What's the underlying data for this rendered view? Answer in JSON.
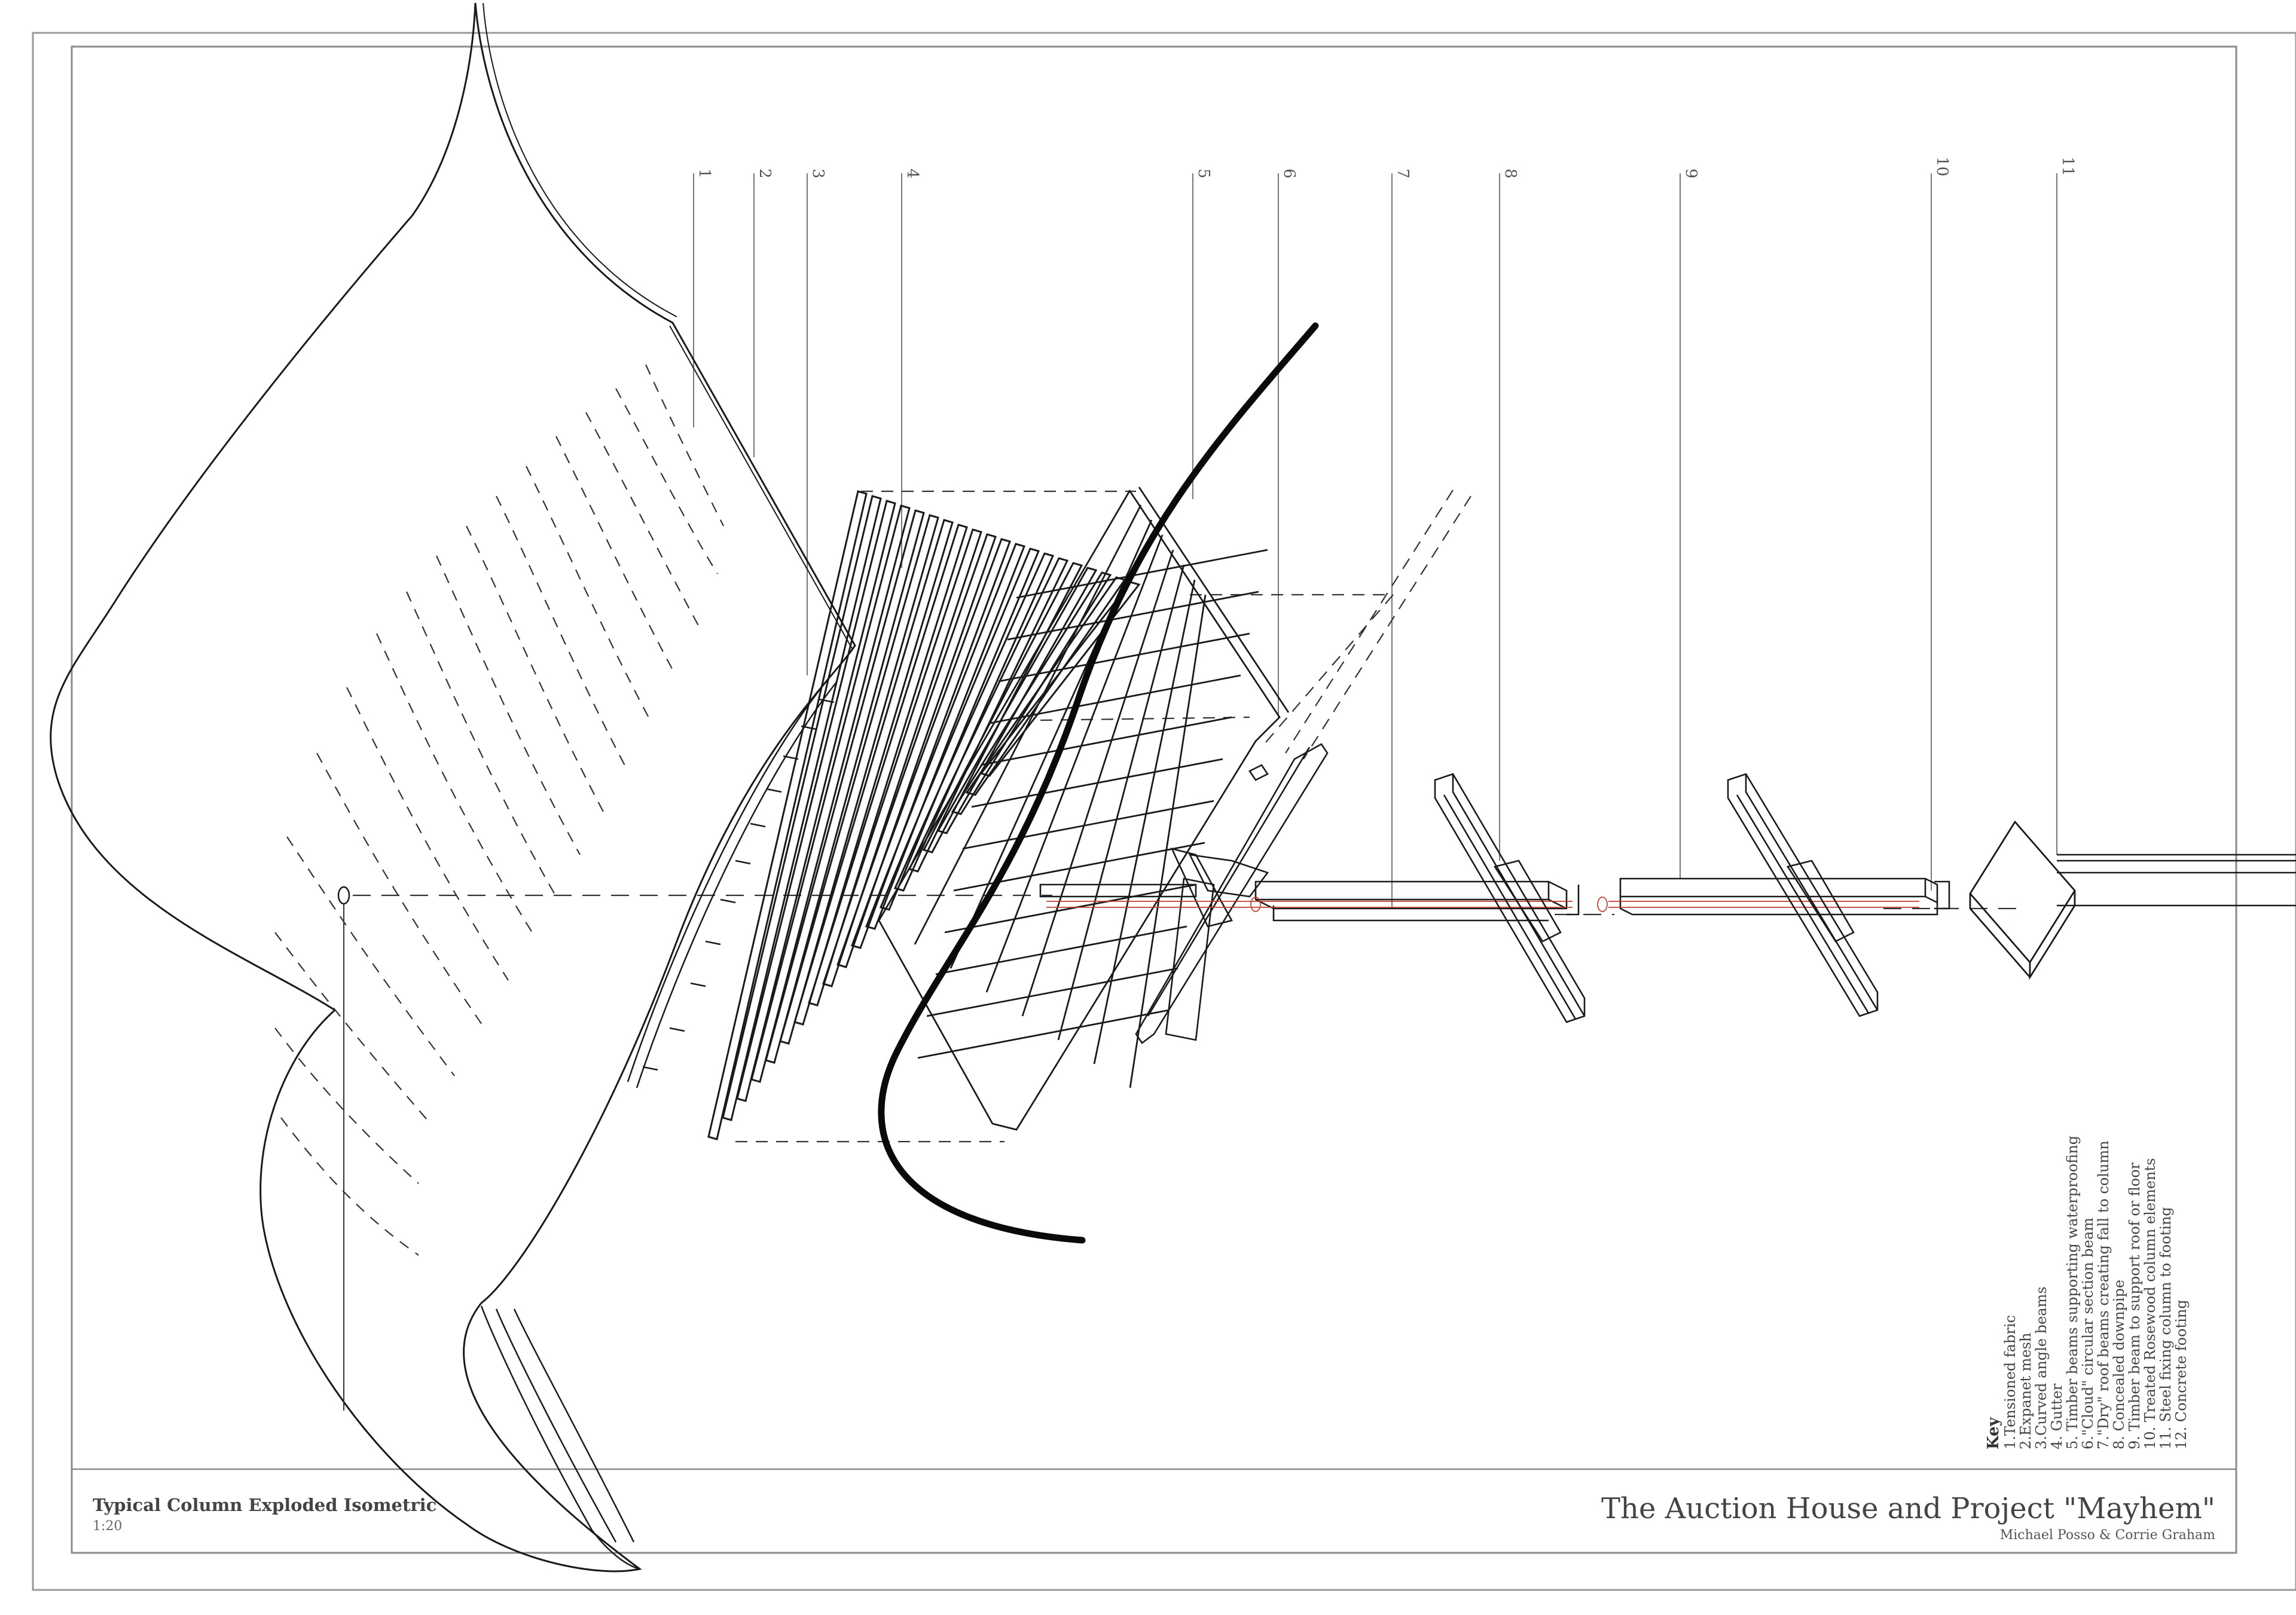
{
  "drawing": {
    "title": "Typical Column Exploded Isometric",
    "scale": "1:20"
  },
  "project": {
    "name": "The Auction House and Project \"Mayhem\"",
    "authors": "Michael Posso & Corrie Graham"
  },
  "key": {
    "heading": "Key",
    "items": [
      "1.Tensioned fabric",
      "2.Expanet mesh",
      "3.Curved angle beams",
      "4. Gutter",
      "5. Timber beams supporting waterproofing",
      "6.\"Cloud\" circular section beam",
      "7.\"Dry\" roof beams creating fall  to column",
      "8. Concealed downpipe",
      "9. Timber beam to support roof or floor",
      "10. Treated Rosewood column elements",
      "11. Steel fixing column to footing",
      "12. Concrete footing"
    ]
  },
  "callouts": [
    "1",
    "2",
    "3",
    "4",
    "5",
    "6",
    "7",
    "8",
    "9",
    "10",
    "11"
  ],
  "colors": {
    "line": "#1a1a1a",
    "border": "#888888",
    "dashed": "#333333",
    "red_hidden": "#c0392b"
  }
}
